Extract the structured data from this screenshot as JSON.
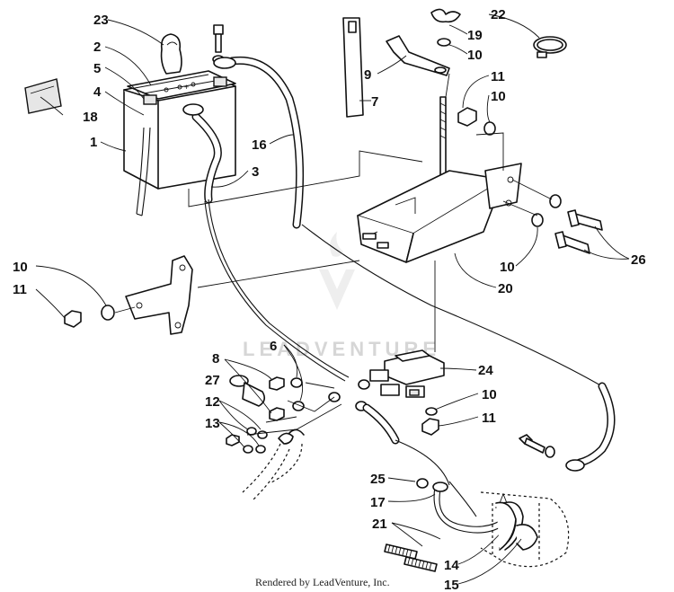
{
  "diagram": {
    "callouts": [
      "23",
      "2",
      "5",
      "4",
      "18",
      "1",
      "16",
      "3",
      "7",
      "9",
      "19",
      "10",
      "22",
      "11",
      "10",
      "26",
      "10",
      "20",
      "10",
      "11",
      "8",
      "6",
      "27",
      "12",
      "13",
      "24",
      "10",
      "11",
      "25",
      "17",
      "21",
      "14",
      "15"
    ],
    "footer": "Rendered by LeadVenture, Inc.",
    "watermark": "LEADVENTURE"
  }
}
